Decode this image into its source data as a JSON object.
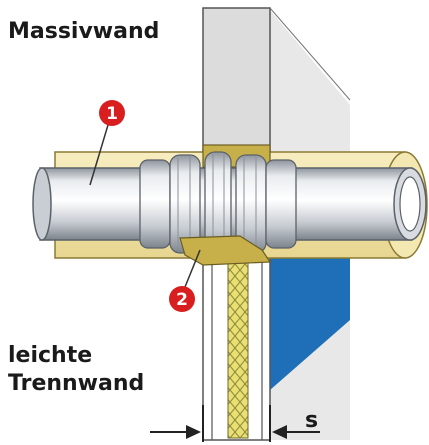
{
  "labels": {
    "top_title": "Massivwand",
    "bottom_line1": "leichte",
    "bottom_line2": "Trennwand",
    "dimension": "s"
  },
  "callouts": [
    {
      "number": "1",
      "color": "#d81e1e"
    },
    {
      "number": "2",
      "color": "#d81e1e"
    }
  ],
  "colors": {
    "insulation": "#f2e4a4",
    "insulation_edge": "#b9a55a",
    "pipe_light": "#f3f4f6",
    "pipe_dark": "#9aa0a8",
    "wall_gray": "#e6e6e6",
    "blue_panel": "#1f6fb8",
    "sealant": "#c9b54a",
    "mineral_wool": "#e6dc6a"
  }
}
